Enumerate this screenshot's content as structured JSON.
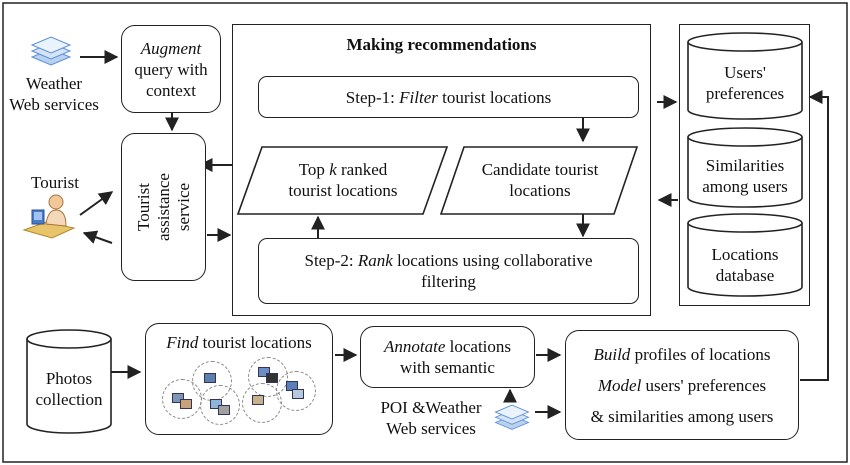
{
  "weather_service": {
    "label": "Weather\nWeb services",
    "icon": "service-stack-icon"
  },
  "augment": {
    "verb": "Augment",
    "rest": "query with\ncontext"
  },
  "tourist": {
    "label": "Tourist",
    "icon": "tourist-computer-icon"
  },
  "assistance": {
    "label": "Tourist assistance\nservice"
  },
  "making": {
    "title": "Making recommendations",
    "step1": {
      "prefix": "Step-1: ",
      "verb": "Filter",
      "rest": " tourist locations"
    },
    "top_k": {
      "pre": "Top ",
      "var": "k",
      "post": " ranked\ntourist locations"
    },
    "candidate": {
      "label": "Candidate tourist\nlocations"
    },
    "step2": {
      "prefix": "Step-2: ",
      "verb": "Rank",
      "rest": " locations using collaborative\nfiltering"
    }
  },
  "databases": [
    {
      "label": "Users'\npreferences"
    },
    {
      "label": "Similarities\namong users"
    },
    {
      "label": "Locations\ndatabase"
    }
  ],
  "photos": {
    "label": "Photos\ncollection"
  },
  "find": {
    "verb": "Find",
    "rest": " tourist locations"
  },
  "annotate": {
    "verb": "Annotate",
    "rest": " locations\nwith semantic"
  },
  "poi": {
    "label": "POI &Weather\nWeb services",
    "icon": "service-stack-icon"
  },
  "build": {
    "line1_verb": "Build",
    "line1_rest": " profiles of locations",
    "line2_verb": "Model",
    "line2_rest": " users' preferences",
    "line3": "& similarities among users"
  },
  "colors": {
    "stroke": "#222222",
    "icon_blue": "#5a8fd6"
  }
}
